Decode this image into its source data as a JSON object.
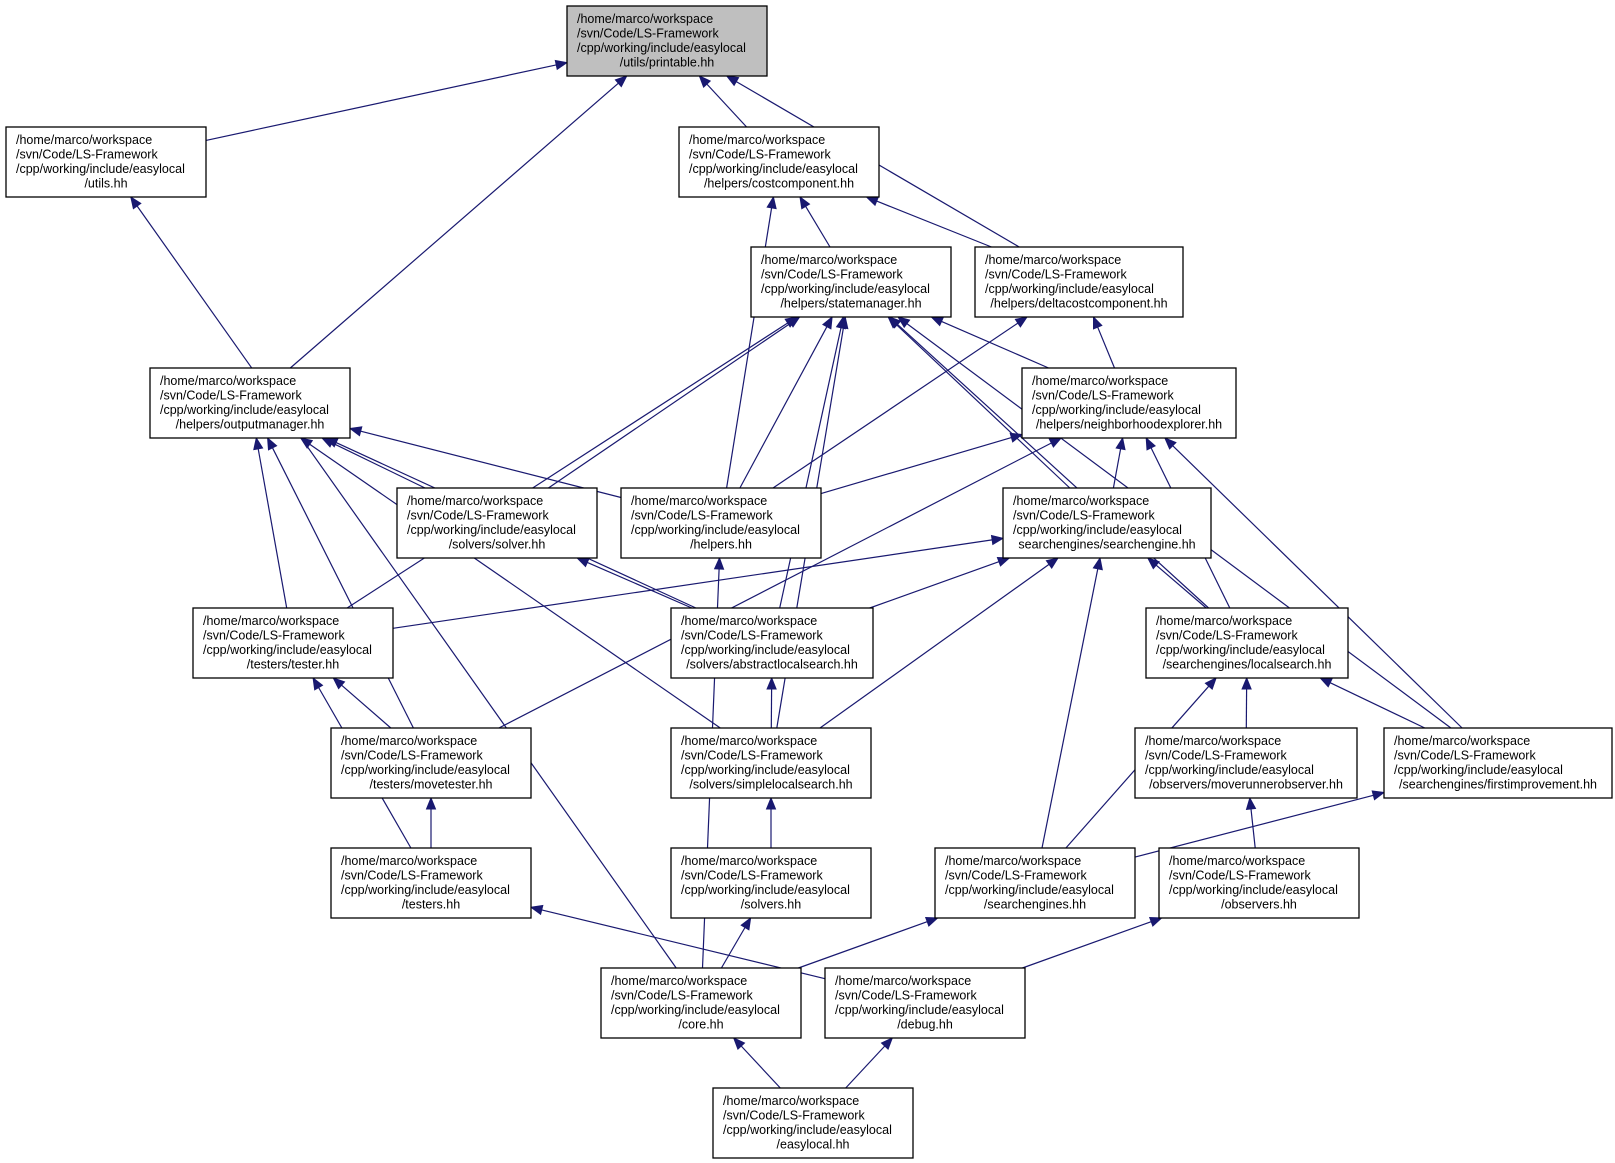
{
  "nodes": [
    {
      "id": "printable",
      "lines": [
        "/home/marco/workspace",
        "/svn/Code/LS-Framework",
        "/cpp/working/include/easylocal",
        "/utils/printable.hh"
      ],
      "highlighted": true
    },
    {
      "id": "utils",
      "lines": [
        "/home/marco/workspace",
        "/svn/Code/LS-Framework",
        "/cpp/working/include/easylocal",
        "/utils.hh"
      ]
    },
    {
      "id": "costcomponent",
      "lines": [
        "/home/marco/workspace",
        "/svn/Code/LS-Framework",
        "/cpp/working/include/easylocal",
        "/helpers/costcomponent.hh"
      ]
    },
    {
      "id": "statemanager",
      "lines": [
        "/home/marco/workspace",
        "/svn/Code/LS-Framework",
        "/cpp/working/include/easylocal",
        "/helpers/statemanager.hh"
      ]
    },
    {
      "id": "deltacostcomponent",
      "lines": [
        "/home/marco/workspace",
        "/svn/Code/LS-Framework",
        "/cpp/working/include/easylocal",
        "/helpers/deltacostcomponent.hh"
      ]
    },
    {
      "id": "outputmanager",
      "lines": [
        "/home/marco/workspace",
        "/svn/Code/LS-Framework",
        "/cpp/working/include/easylocal",
        "/helpers/outputmanager.hh"
      ]
    },
    {
      "id": "neighborhoodexplorer",
      "lines": [
        "/home/marco/workspace",
        "/svn/Code/LS-Framework",
        "/cpp/working/include/easylocal",
        "/helpers/neighborhoodexplorer.hh"
      ]
    },
    {
      "id": "solver",
      "lines": [
        "/home/marco/workspace",
        "/svn/Code/LS-Framework",
        "/cpp/working/include/easylocal",
        "/solvers/solver.hh"
      ]
    },
    {
      "id": "helpers",
      "lines": [
        "/home/marco/workspace",
        "/svn/Code/LS-Framework",
        "/cpp/working/include/easylocal",
        "/helpers.hh"
      ]
    },
    {
      "id": "searchengine",
      "lines": [
        "/home/marco/workspace",
        "/svn/Code/LS-Framework",
        "/cpp/working/include/easylocal",
        "searchengines/searchengine.hh"
      ]
    },
    {
      "id": "tester",
      "lines": [
        "/home/marco/workspace",
        "/svn/Code/LS-Framework",
        "/cpp/working/include/easylocal",
        "/testers/tester.hh"
      ]
    },
    {
      "id": "abstractlocalsearch",
      "lines": [
        "/home/marco/workspace",
        "/svn/Code/LS-Framework",
        "/cpp/working/include/easylocal",
        "/solvers/abstractlocalsearch.hh"
      ]
    },
    {
      "id": "localsearch",
      "lines": [
        "/home/marco/workspace",
        "/svn/Code/LS-Framework",
        "/cpp/working/include/easylocal",
        "/searchengines/localsearch.hh"
      ]
    },
    {
      "id": "movetester",
      "lines": [
        "/home/marco/workspace",
        "/svn/Code/LS-Framework",
        "/cpp/working/include/easylocal",
        "/testers/movetester.hh"
      ]
    },
    {
      "id": "simplelocalsearch",
      "lines": [
        "/home/marco/workspace",
        "/svn/Code/LS-Framework",
        "/cpp/working/include/easylocal",
        "/solvers/simplelocalsearch.hh"
      ]
    },
    {
      "id": "moverunnerobserver",
      "lines": [
        "/home/marco/workspace",
        "/svn/Code/LS-Framework",
        "/cpp/working/include/easylocal",
        "/observers/moverunnerobserver.hh"
      ]
    },
    {
      "id": "firstimprovement",
      "lines": [
        "/home/marco/workspace",
        "/svn/Code/LS-Framework",
        "/cpp/working/include/easylocal",
        "/searchengines/firstimprovement.hh"
      ]
    },
    {
      "id": "testers",
      "lines": [
        "/home/marco/workspace",
        "/svn/Code/LS-Framework",
        "/cpp/working/include/easylocal",
        "/testers.hh"
      ]
    },
    {
      "id": "solvers",
      "lines": [
        "/home/marco/workspace",
        "/svn/Code/LS-Framework",
        "/cpp/working/include/easylocal",
        "/solvers.hh"
      ]
    },
    {
      "id": "searchengines",
      "lines": [
        "/home/marco/workspace",
        "/svn/Code/LS-Framework",
        "/cpp/working/include/easylocal",
        "/searchengines.hh"
      ]
    },
    {
      "id": "observers",
      "lines": [
        "/home/marco/workspace",
        "/svn/Code/LS-Framework",
        "/cpp/working/include/easylocal",
        "/observers.hh"
      ]
    },
    {
      "id": "core",
      "lines": [
        "/home/marco/workspace",
        "/svn/Code/LS-Framework",
        "/cpp/working/include/easylocal",
        "/core.hh"
      ]
    },
    {
      "id": "debug",
      "lines": [
        "/home/marco/workspace",
        "/svn/Code/LS-Framework",
        "/cpp/working/include/easylocal",
        "/debug.hh"
      ]
    },
    {
      "id": "easylocal",
      "lines": [
        "/home/marco/workspace",
        "/svn/Code/LS-Framework",
        "/cpp/working/include/easylocal",
        "/easylocal.hh"
      ]
    }
  ],
  "edges": [
    {
      "from": "utils",
      "to": "printable"
    },
    {
      "from": "outputmanager",
      "to": "printable"
    },
    {
      "from": "costcomponent",
      "to": "printable"
    },
    {
      "from": "deltacostcomponent",
      "to": "printable"
    },
    {
      "from": "core",
      "to": "utils"
    },
    {
      "from": "statemanager",
      "to": "costcomponent"
    },
    {
      "from": "helpers",
      "to": "costcomponent"
    },
    {
      "from": "deltacostcomponent",
      "to": "costcomponent"
    },
    {
      "from": "helpers",
      "to": "deltacostcomponent"
    },
    {
      "from": "neighborhoodexplorer",
      "to": "deltacostcomponent"
    },
    {
      "from": "solver",
      "to": "statemanager"
    },
    {
      "from": "helpers",
      "to": "statemanager"
    },
    {
      "from": "abstractlocalsearch",
      "to": "statemanager"
    },
    {
      "from": "simplelocalsearch",
      "to": "statemanager"
    },
    {
      "from": "searchengine",
      "to": "statemanager"
    },
    {
      "from": "neighborhoodexplorer",
      "to": "statemanager"
    },
    {
      "from": "localsearch",
      "to": "statemanager"
    },
    {
      "from": "firstimprovement",
      "to": "statemanager"
    },
    {
      "from": "tester",
      "to": "statemanager"
    },
    {
      "from": "solver",
      "to": "outputmanager"
    },
    {
      "from": "helpers",
      "to": "outputmanager"
    },
    {
      "from": "tester",
      "to": "outputmanager"
    },
    {
      "from": "movetester",
      "to": "outputmanager"
    },
    {
      "from": "abstractlocalsearch",
      "to": "outputmanager"
    },
    {
      "from": "simplelocalsearch",
      "to": "outputmanager"
    },
    {
      "from": "helpers",
      "to": "neighborhoodexplorer"
    },
    {
      "from": "searchengine",
      "to": "neighborhoodexplorer"
    },
    {
      "from": "localsearch",
      "to": "neighborhoodexplorer"
    },
    {
      "from": "firstimprovement",
      "to": "neighborhoodexplorer"
    },
    {
      "from": "movetester",
      "to": "neighborhoodexplorer"
    },
    {
      "from": "abstractlocalsearch",
      "to": "solver"
    },
    {
      "from": "core",
      "to": "helpers"
    },
    {
      "from": "tester",
      "to": "searchengine"
    },
    {
      "from": "abstractlocalsearch",
      "to": "searchengine"
    },
    {
      "from": "simplelocalsearch",
      "to": "searchengine"
    },
    {
      "from": "localsearch",
      "to": "searchengine"
    },
    {
      "from": "searchengines",
      "to": "searchengine"
    },
    {
      "from": "movetester",
      "to": "tester"
    },
    {
      "from": "testers",
      "to": "tester"
    },
    {
      "from": "simplelocalsearch",
      "to": "abstractlocalsearch"
    },
    {
      "from": "moverunnerobserver",
      "to": "localsearch"
    },
    {
      "from": "firstimprovement",
      "to": "localsearch"
    },
    {
      "from": "searchengines",
      "to": "localsearch"
    },
    {
      "from": "testers",
      "to": "movetester"
    },
    {
      "from": "solvers",
      "to": "simplelocalsearch"
    },
    {
      "from": "observers",
      "to": "moverunnerobserver"
    },
    {
      "from": "searchengines",
      "to": "firstimprovement"
    },
    {
      "from": "debug",
      "to": "testers"
    },
    {
      "from": "core",
      "to": "solvers"
    },
    {
      "from": "core",
      "to": "searchengines"
    },
    {
      "from": "debug",
      "to": "observers"
    },
    {
      "from": "easylocal",
      "to": "core"
    },
    {
      "from": "easylocal",
      "to": "debug"
    }
  ]
}
